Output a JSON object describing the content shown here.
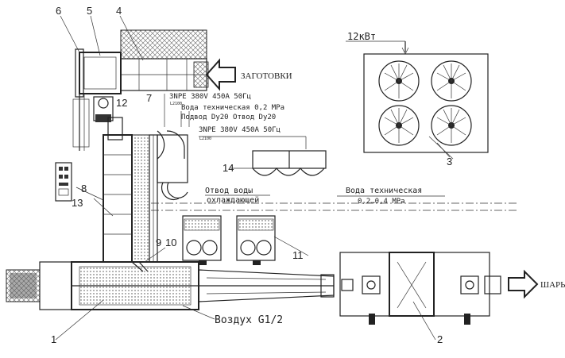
{
  "labels": {
    "n1": "1",
    "n2": "2",
    "n3": "3",
    "n4": "4",
    "n5": "5",
    "n6": "6",
    "n7": "7",
    "n8": "8",
    "n9": "9",
    "n10": "10",
    "n11": "11",
    "n12": "12",
    "n13": "13",
    "n14": "14"
  },
  "annotations": {
    "zagotovki": "ЗАГОТОВКИ",
    "shary": "ШАРЫ",
    "power_kw": "12кВт",
    "power_supply_1": "3NPE 380V 450A 50Гц",
    "power_supply_2": "3NPE 380V 450A 50Гц",
    "water_tech_1": "Вода техническая 0,2 MPa",
    "inlet_outlet": "Подвод Dy20 Отвод Dy20",
    "drain_line1": "Отвод воды",
    "drain_line2": "охлаждающей",
    "water_tech_2": "Вода техническая",
    "water_pressure": "0,2…0,4 MPa",
    "air": "Воздух G1/2",
    "small_a": "L2100",
    "small_b": "L2100"
  }
}
